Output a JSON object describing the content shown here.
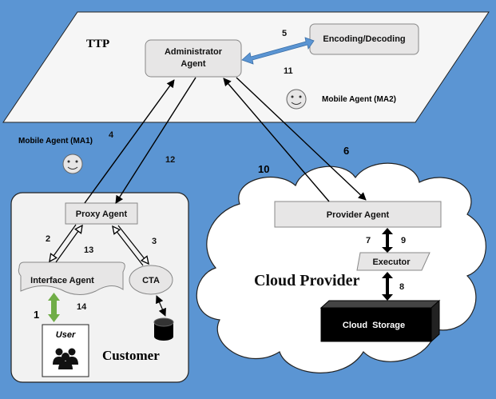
{
  "ttp": {
    "title": "TTP",
    "admin_line1": "Administrator",
    "admin_line2": "Agent",
    "encoding": "Encoding/Decoding",
    "mobile_agent_2": "Mobile Agent (MA2)"
  },
  "customer": {
    "title": "Customer",
    "proxy_agent": "Proxy Agent",
    "interface_agent": "Interface Agent",
    "cta": "CTA",
    "user": "User"
  },
  "cloud": {
    "title": "Cloud Provider",
    "provider_agent": "Provider Agent",
    "executor": "Executor",
    "storage": "Cloud  Storage"
  },
  "mobile_agent_1": "Mobile Agent (MA1)",
  "steps": {
    "s1": "1",
    "s2": "2",
    "s3": "3",
    "s4": "4",
    "s5": "5",
    "s6": "6",
    "s7": "7",
    "s8": "8",
    "s9": "9",
    "s10": "10",
    "s11": "11",
    "s12": "12",
    "s13": "13",
    "s14": "14"
  },
  "colors": {
    "background": "#5b95d3",
    "arrow_blue": "#5b95d3",
    "arrow_green": "#70ad47",
    "box_gray": "#e7e6e6"
  },
  "icons": [
    "smiley-icon",
    "users-icon",
    "database-icon"
  ]
}
